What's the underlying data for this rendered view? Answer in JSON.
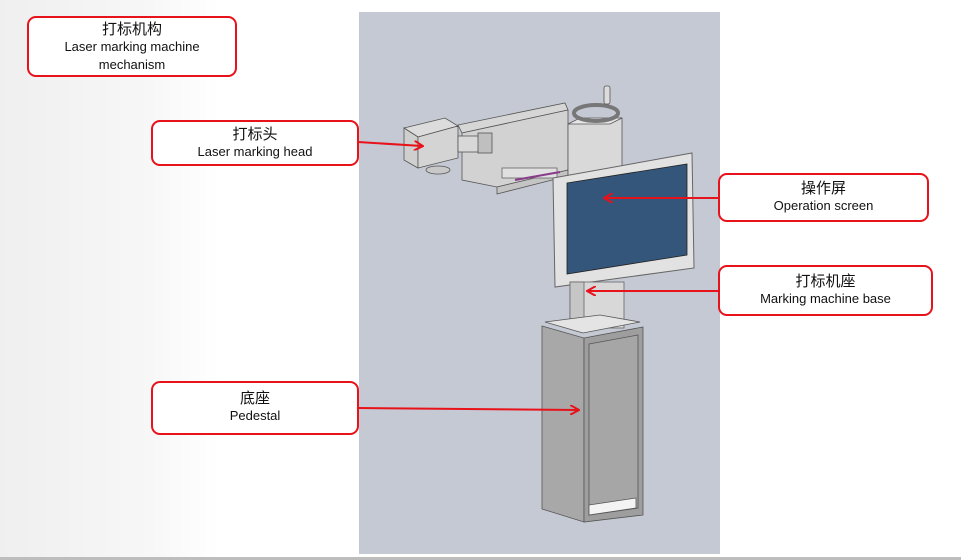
{
  "diagram": {
    "title_callout": {
      "zh": "打标机构",
      "en_line1": "Laser marking machine",
      "en_line2": "mechanism"
    },
    "callouts": [
      {
        "id": "laser-marking-head",
        "zh": "打标头",
        "en": "Laser marking head"
      },
      {
        "id": "operation-screen",
        "zh": "操作屏",
        "en": "Operation screen"
      },
      {
        "id": "marking-machine-base",
        "zh": "打标机座",
        "en": "Marking machine base"
      },
      {
        "id": "pedestal",
        "zh": "底座",
        "en": "Pedestal"
      }
    ],
    "colors": {
      "callout_border": "#e8121a",
      "arrow": "#e8121a",
      "canvas_bg": "#c5c9d3",
      "screen": "#34567a"
    }
  }
}
